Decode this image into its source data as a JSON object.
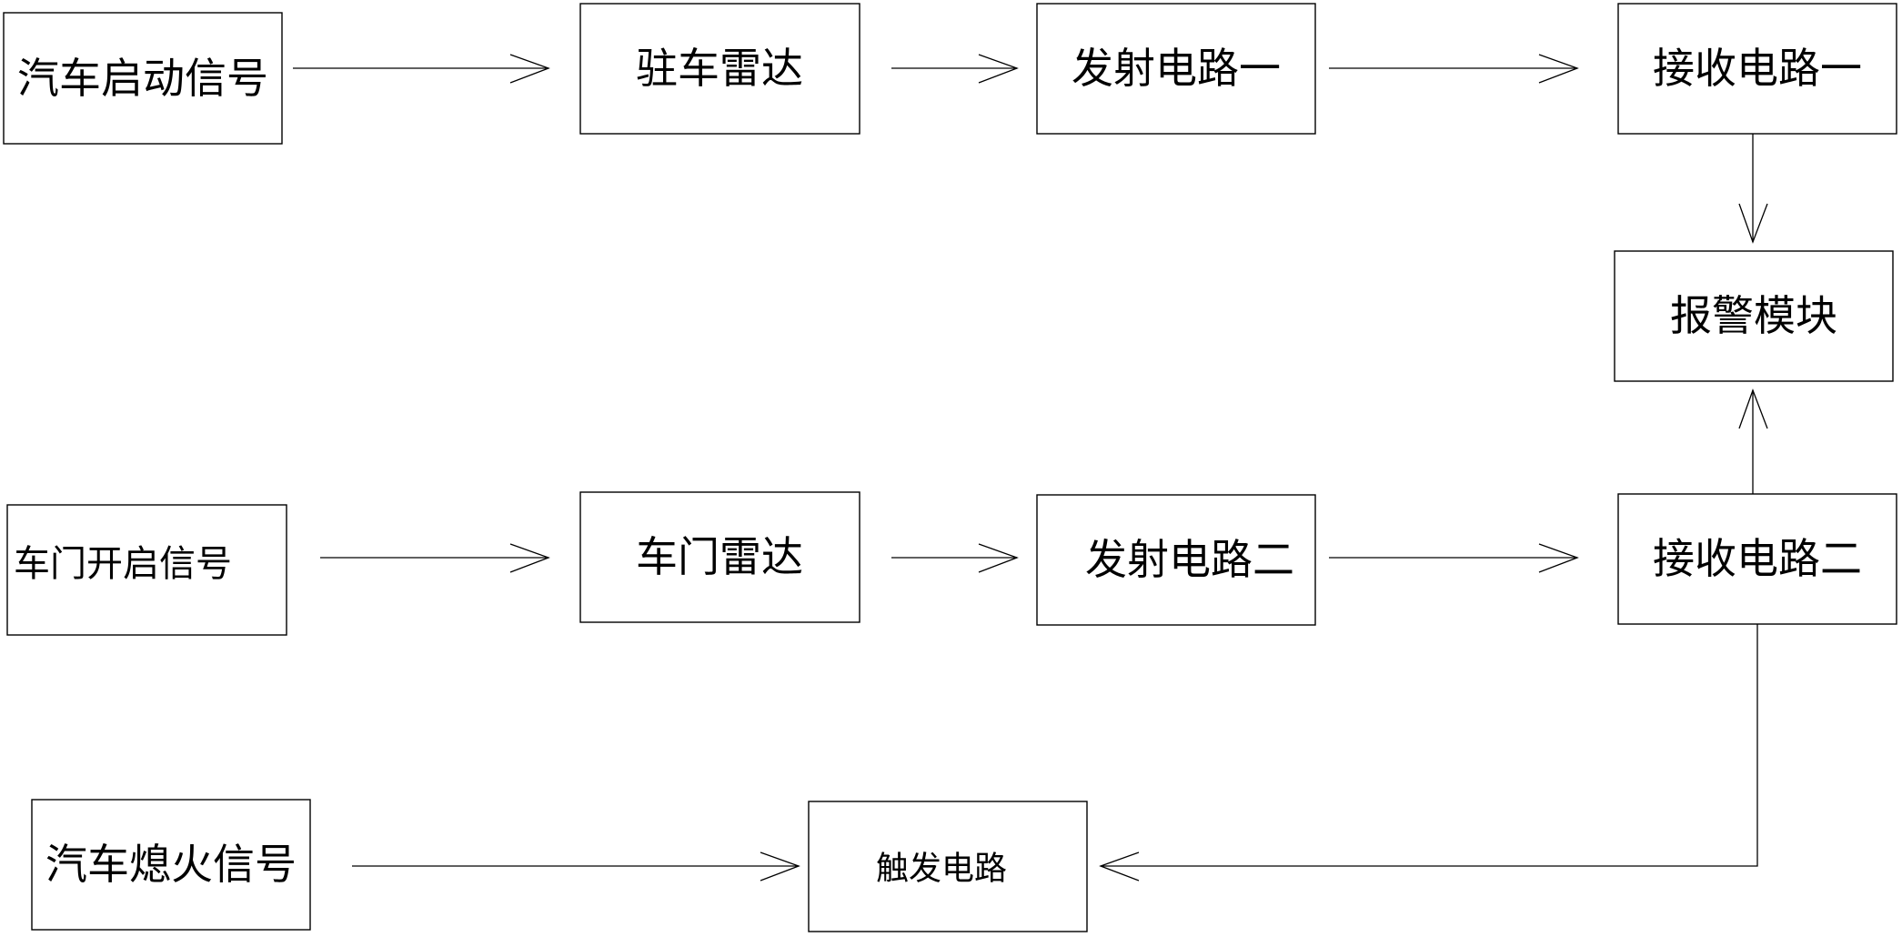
{
  "diagram": {
    "nodes": {
      "car_start_signal": "汽车启动信号",
      "parking_radar": "驻车雷达",
      "transmit_circuit_1": "发射电路一",
      "receive_circuit_1": "接收电路一",
      "alarm_module": "报警模块",
      "door_open_signal": "车门开启信号",
      "door_radar": "车门雷达",
      "transmit_circuit_2": "发射电路二",
      "receive_circuit_2": "接收电路二",
      "car_shutdown_signal": "汽车熄火信号",
      "trigger_circuit": "触发电路"
    },
    "edges": [
      {
        "from": "car_start_signal",
        "to": "parking_radar"
      },
      {
        "from": "parking_radar",
        "to": "transmit_circuit_1"
      },
      {
        "from": "transmit_circuit_1",
        "to": "receive_circuit_1"
      },
      {
        "from": "receive_circuit_1",
        "to": "alarm_module"
      },
      {
        "from": "door_open_signal",
        "to": "door_radar"
      },
      {
        "from": "door_radar",
        "to": "transmit_circuit_2"
      },
      {
        "from": "transmit_circuit_2",
        "to": "receive_circuit_2"
      },
      {
        "from": "receive_circuit_2",
        "to": "alarm_module"
      },
      {
        "from": "receive_circuit_2",
        "to": "trigger_circuit"
      },
      {
        "from": "car_shutdown_signal",
        "to": "trigger_circuit"
      }
    ],
    "colors": {
      "stroke": "#000000",
      "background": "#ffffff"
    }
  }
}
